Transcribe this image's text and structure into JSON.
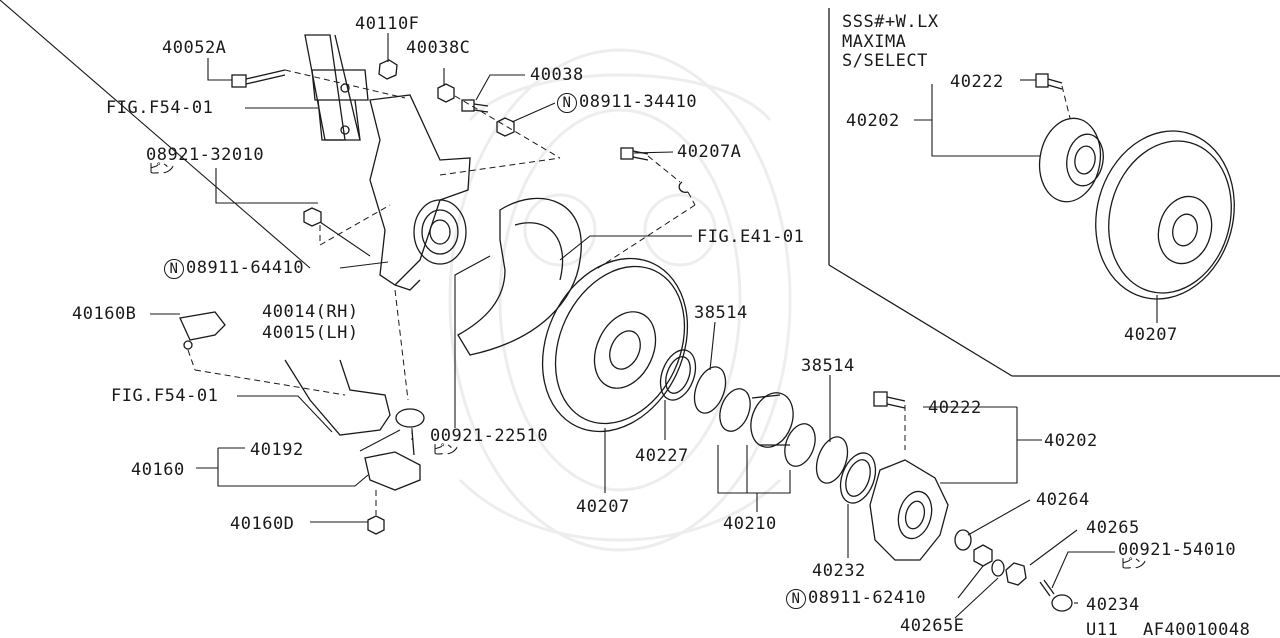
{
  "diagram": {
    "inset": {
      "title_lines": [
        "SSS#+W.LX",
        "MAXIMA",
        "S/SELECT"
      ],
      "labels": {
        "p40222": "40222",
        "p40202": "40202",
        "p40207": "40207"
      }
    },
    "labels": {
      "p40052A": "40052A",
      "p40110F": "40110F",
      "p40038C": "40038C",
      "p40038": "40038",
      "fig_f54_top": "FIG.F54-01",
      "n08911_34410": "08911-34410",
      "p08921_32010": "08921-32010",
      "pin_a": "ピン",
      "p40207A": "40207A",
      "fig_e41": "FIG.E41-01",
      "n08911_64410": "08911-64410",
      "p40014": "40014(RH)",
      "p40015": "40015(LH)",
      "p40160B": "40160B",
      "p38514_a": "38514",
      "p38514_b": "38514",
      "fig_f54_bottom": "FIG.F54-01",
      "p40222": "40222",
      "p40202": "40202",
      "p00921_22510": "00921-22510",
      "pin_b": "ピン",
      "p40192": "40192",
      "p40227": "40227",
      "p40160": "40160",
      "p40207": "40207",
      "p40264": "40264",
      "p40210": "40210",
      "p40265": "40265",
      "p40160D": "40160D",
      "p40232": "40232",
      "p00921_54010": "00921-54010",
      "pin_c": "ピン",
      "n08911_62410": "08911-62410",
      "p40234": "40234",
      "p40265E": "40265E",
      "footer_model": "U11",
      "footer_code": "AF40010048"
    },
    "n_marker": "N"
  }
}
